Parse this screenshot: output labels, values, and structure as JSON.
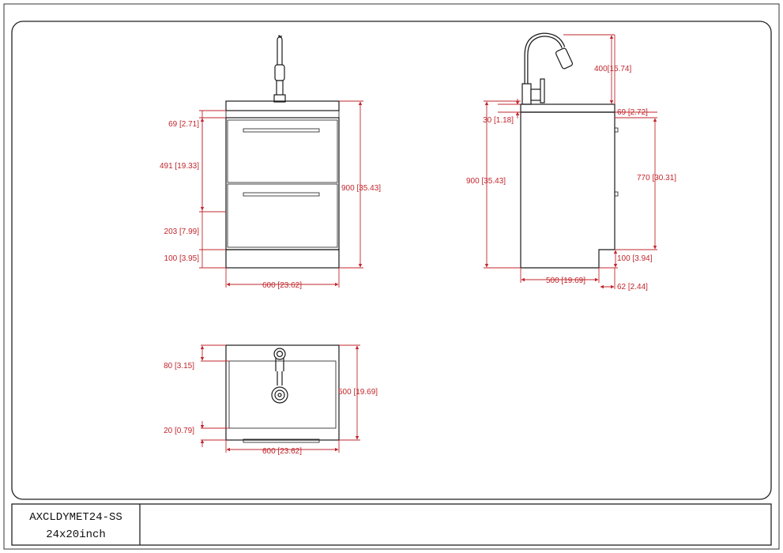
{
  "front_view": {
    "dims": {
      "top_offset": "69 [2.71]",
      "drawer_upper": "491 [19.33]",
      "drawer_lower": "203 [7.99]",
      "toe_kick": "100 [3.95]",
      "height": "900 [35.43]",
      "width": "600 [23.62]"
    }
  },
  "side_view": {
    "dims": {
      "faucet_height": "400[15.74]",
      "top_thickness": "30 [1.18]",
      "top_offset": "69 [2.72]",
      "height": "900 [35.43]",
      "body_height": "770 [30.31]",
      "toe_kick": "100 [3.94]",
      "depth": "500 [19.69]",
      "toe_recess": "62 [2.44]"
    }
  },
  "top_view": {
    "dims": {
      "back_rim": "80 [3.15]",
      "depth": "500 [19.69]",
      "front_rim": "20 [0.79]",
      "width": "600 [23.62]"
    }
  },
  "title_block": {
    "model": "AXCLDYMET24-SS",
    "size": "24x20inch"
  }
}
